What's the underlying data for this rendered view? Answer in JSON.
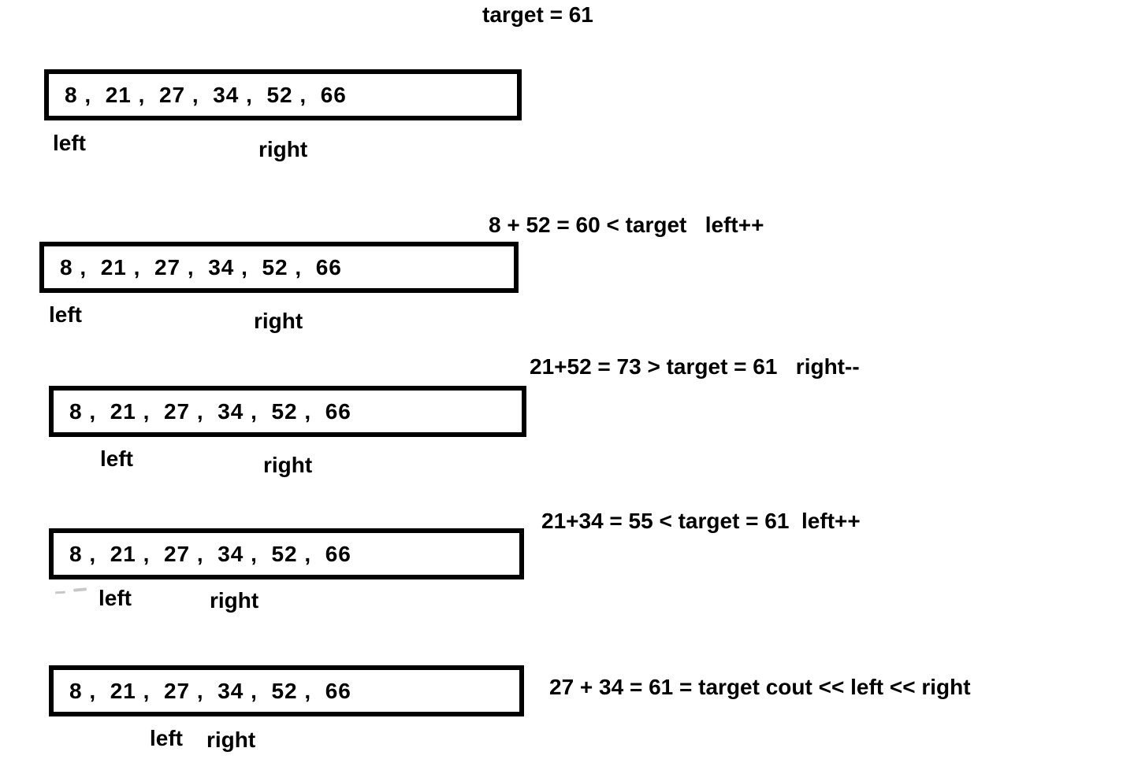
{
  "title": "target = 61",
  "array": {
    "values": [
      8,
      21,
      27,
      34,
      52,
      66
    ],
    "display": "8 ,  21 ,  27 ,  34 ,  52 ,  66"
  },
  "pointer_names": {
    "left": "left",
    "right": "right"
  },
  "steps": [
    {
      "array_display": "8 ,  21 ,  27 ,  34 ,  52 ,  66",
      "left_label": "left",
      "right_label": "right",
      "left_points_to": 8,
      "right_points_to": 52,
      "caption": ""
    },
    {
      "array_display": "8 ,  21 ,  27 ,  34 ,  52 ,  66",
      "left_label": "left",
      "right_label": "right",
      "left_points_to": 8,
      "right_points_to": 52,
      "caption": "8 + 52 = 60 < target   left++"
    },
    {
      "array_display": "8 ,  21 ,  27 ,  34 ,  52 ,  66",
      "left_label": "left",
      "right_label": "right",
      "left_points_to": 21,
      "right_points_to": 52,
      "caption": "21+52 = 73 > target = 61   right--"
    },
    {
      "array_display": "8 ,  21 ,  27 ,  34 ,  52 ,  66",
      "left_label": "left",
      "right_label": "right",
      "left_points_to": 21,
      "right_points_to": 34,
      "caption": "21+34 = 55 < target = 61  left++"
    },
    {
      "array_display": "8 ,  21 ,  27 ,  34 ,  52 ,  66",
      "left_label": "left",
      "right_label": "right",
      "left_points_to": 27,
      "right_points_to": 34,
      "caption": "27 + 34 = 61 = target cout << left << right"
    }
  ]
}
